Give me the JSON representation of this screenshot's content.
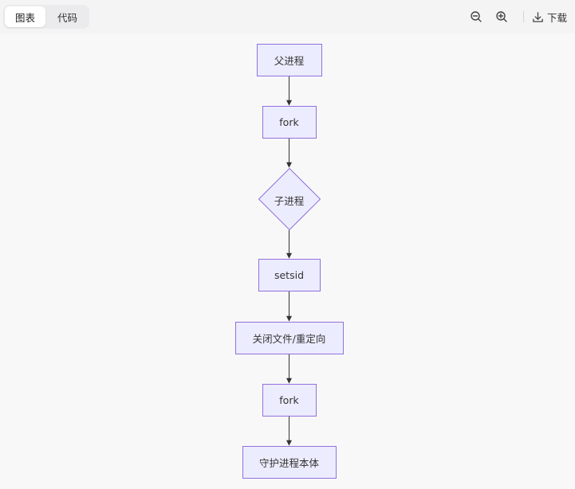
{
  "toolbar": {
    "tabs": [
      {
        "label": "图表",
        "active": true
      },
      {
        "label": "代码",
        "active": false
      }
    ],
    "zoom_out_icon": "zoom-out-icon",
    "zoom_in_icon": "zoom-in-icon",
    "download_icon": "download-icon",
    "download_label": "下载"
  },
  "flowchart": {
    "node_fill": "#ececff",
    "node_stroke": "#9370db",
    "edge_color": "#333333",
    "nodes": [
      {
        "id": "A",
        "label": "父进程",
        "shape": "rect"
      },
      {
        "id": "B",
        "label": "fork",
        "shape": "rect"
      },
      {
        "id": "C",
        "label": "子进程",
        "shape": "diamond"
      },
      {
        "id": "D",
        "label": "setsid",
        "shape": "rect"
      },
      {
        "id": "E",
        "label": "关闭文件/重定向",
        "shape": "rect"
      },
      {
        "id": "F",
        "label": "fork",
        "shape": "rect"
      },
      {
        "id": "G",
        "label": "守护进程本体",
        "shape": "rect"
      }
    ],
    "edges": [
      {
        "from": "A",
        "to": "B"
      },
      {
        "from": "B",
        "to": "C"
      },
      {
        "from": "C",
        "to": "D"
      },
      {
        "from": "D",
        "to": "E"
      },
      {
        "from": "E",
        "to": "F"
      },
      {
        "from": "F",
        "to": "G"
      }
    ]
  }
}
